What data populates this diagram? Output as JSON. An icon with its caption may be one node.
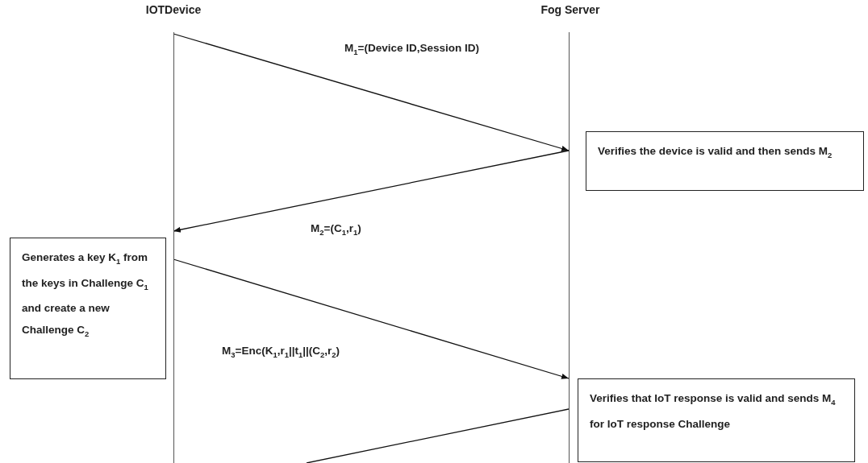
{
  "diagram": {
    "nodes": [
      {
        "text": [
          "IOTDevice"
        ]
      },
      {
        "text": [
          "Fog Server"
        ]
      },
      {
        "text": [
          "Verifies the device is valid and then sends M$_{2}$"
        ]
      },
      {
        "text": [
          "Generates a key K$_{1}$ from the keys in Challenge C$_{1}$ and create a new Challenge C$_{2}$"
        ]
      },
      {
        "text": [
          "Verifies that IoT response is valid and sends M$_{4}$ for IoT response Challenge"
        ]
      }
    ],
    "edges": [
      {
        "from": 0,
        "to": 1,
        "arrow": "to",
        "label": "M$_{1}$=(Device ID,Session ID)"
      },
      {
        "from": 1,
        "to": 0,
        "arrow": "to",
        "label": "M$_{2}$=(C$_{1}$,r$_{1}$)"
      },
      {
        "from": 0,
        "to": 1,
        "arrow": "to",
        "label": "M$_{3}$=Enc(K$_{1}$,r$_{1}$||t$_{1}$||(C$_{2}$,r$_{2}$)"
      },
      {
        "from": 1,
        "to": null,
        "arrow": "none"
      }
    ]
  }
}
